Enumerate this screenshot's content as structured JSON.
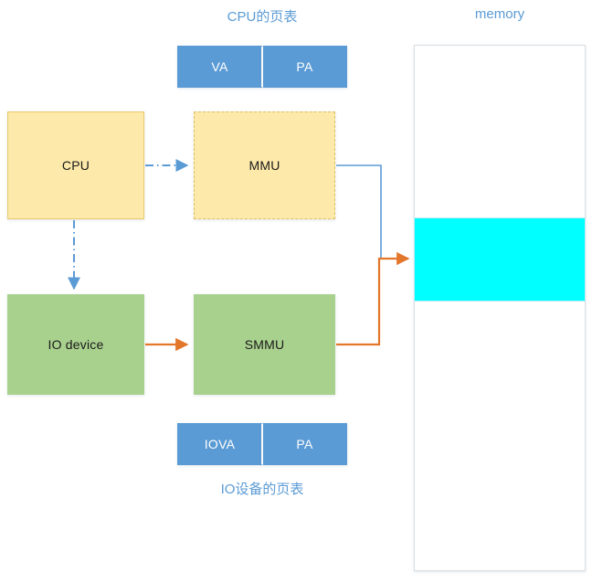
{
  "diagram": {
    "title_cpu_table": "CPU的页表",
    "title_memory": "memory",
    "title_io_table": "IO设备的页表"
  },
  "nodes": {
    "cpu": {
      "label": "CPU",
      "fill": "#fde9a9",
      "border": "#e8c96b",
      "border_style": "solid"
    },
    "mmu": {
      "label": "MMU",
      "fill": "#fde9a9",
      "border": "#e0c06a",
      "border_style": "dashed"
    },
    "io_device": {
      "label": "IO device",
      "fill": "#a9d18e",
      "border": "#a9d18e",
      "border_style": "solid"
    },
    "smmu": {
      "label": "SMMU",
      "fill": "#a9d18e",
      "border": "#a9d18e",
      "border_style": "solid"
    }
  },
  "cpu_page_table": {
    "caption": "CPU的页表",
    "columns": [
      "VA",
      "PA"
    ]
  },
  "io_page_table": {
    "caption": "IO设备的页表",
    "columns": [
      "IOVA",
      "PA"
    ]
  },
  "memory": {
    "caption": "memory",
    "frame_fill": "#ffffff",
    "frame_border": "#d9dde3",
    "highlight_fill": "#00ffff"
  },
  "connectors": {
    "cpu_to_mmu": {
      "style": "dash-dot",
      "color": "#5b9bd5",
      "arrow": true
    },
    "cpu_to_io_device": {
      "style": "dash-dot",
      "color": "#5b9bd5",
      "arrow": true
    },
    "mmu_to_memory": {
      "style": "solid",
      "color": "#5b9bd5",
      "arrow": false
    },
    "io_device_to_smmu": {
      "style": "solid",
      "color": "#e2762b",
      "arrow": true
    },
    "smmu_to_memory": {
      "style": "solid",
      "color": "#e2762b",
      "arrow": true
    }
  },
  "colors": {
    "accent_blue": "#5b9bd5",
    "accent_orange": "#e2762b",
    "yellow_fill": "#fde9a9",
    "green_fill": "#a9d18e",
    "cyan_fill": "#00ffff"
  }
}
